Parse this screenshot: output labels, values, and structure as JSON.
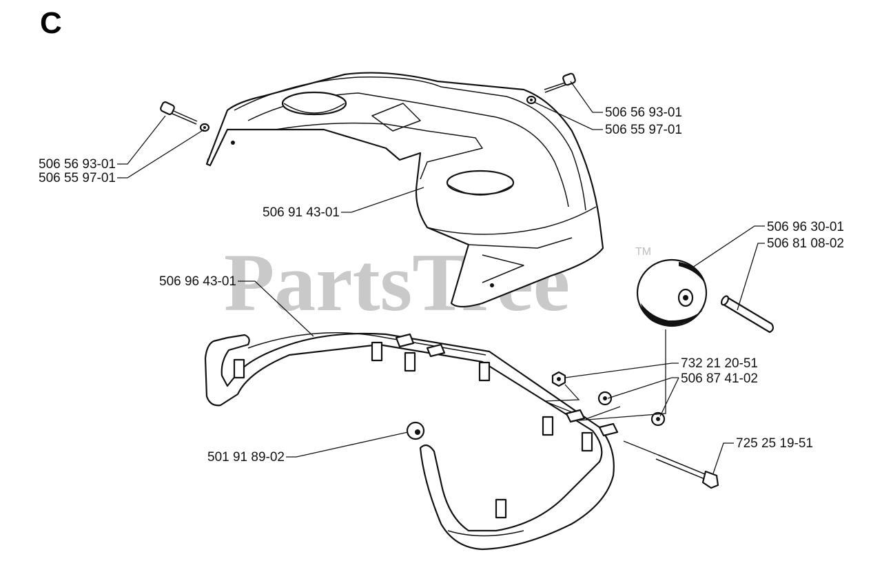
{
  "section_letter": "C",
  "watermark": {
    "text": "PartsTree",
    "trademark": "TM",
    "color": "#c9c9c9"
  },
  "callouts": [
    {
      "id": "c1",
      "part_number": "506 56 93-01"
    },
    {
      "id": "c2",
      "part_number": "506 55 97-01"
    },
    {
      "id": "c3",
      "part_number": "506 56 93-01"
    },
    {
      "id": "c4",
      "part_number": "506 55 97-01"
    },
    {
      "id": "c5",
      "part_number": "506 91 43-01"
    },
    {
      "id": "c6",
      "part_number": "506 96 30-01"
    },
    {
      "id": "c7",
      "part_number": "506 81 08-02"
    },
    {
      "id": "c8",
      "part_number": "506 96 43-01"
    },
    {
      "id": "c9",
      "part_number": "732 21 20-51"
    },
    {
      "id": "c10",
      "part_number": "506 87 41-02"
    },
    {
      "id": "c11",
      "part_number": "725 25 19-51"
    },
    {
      "id": "c12",
      "part_number": "501 91 89-02"
    }
  ]
}
